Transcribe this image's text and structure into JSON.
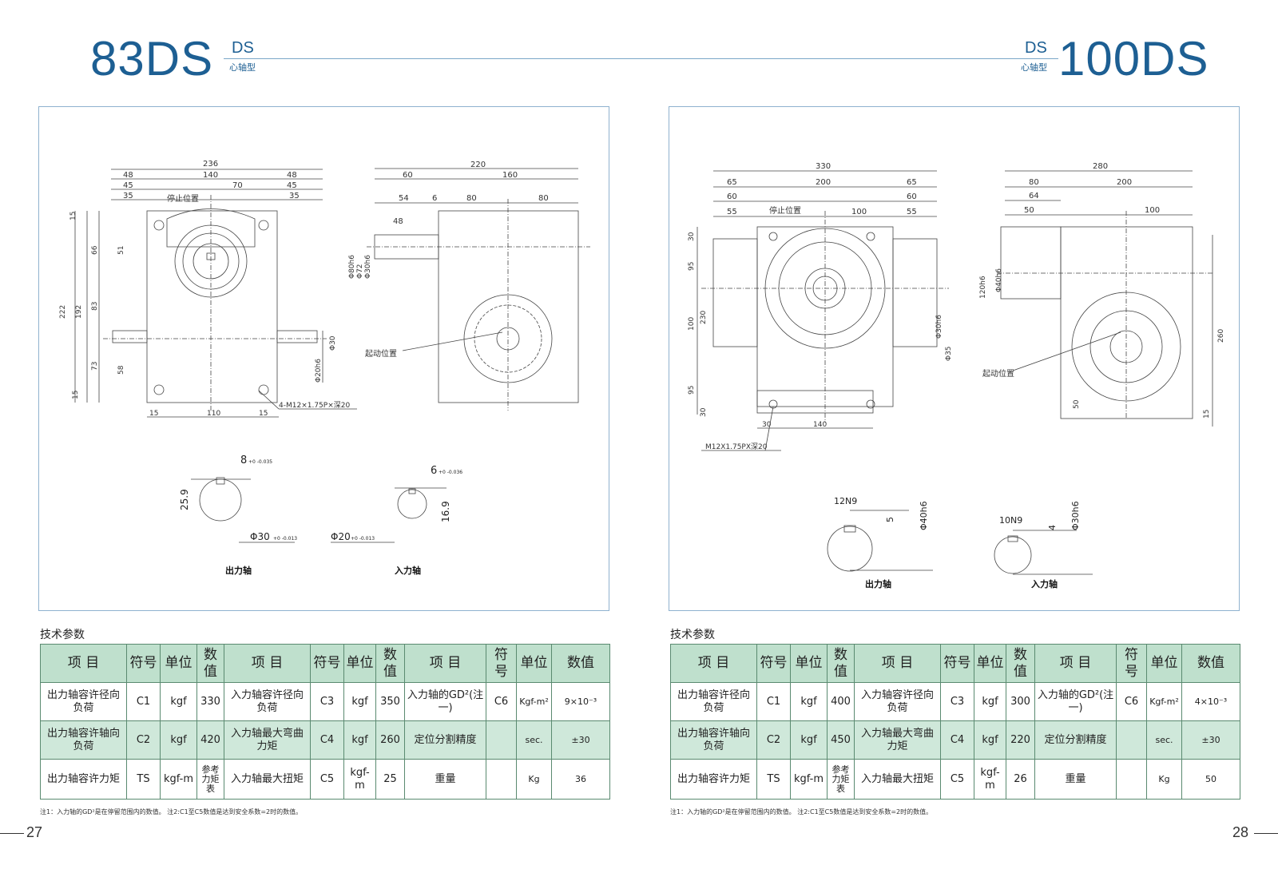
{
  "left": {
    "model": "83DS",
    "ds": "DS",
    "type": "心轴型",
    "page": "27",
    "drawing": {
      "dims_top": [
        "236",
        "48",
        "140",
        "48",
        "45",
        "70",
        "45",
        "35",
        "35"
      ],
      "stop_label": "停止位置",
      "dims_left": [
        "15",
        "66",
        "51",
        "222",
        "192",
        "83",
        "73",
        "58",
        "15"
      ],
      "dims_bottom": [
        "15",
        "110",
        "15"
      ],
      "dims_right_front": [
        "Φ30",
        "Φ20h6"
      ],
      "bolt_label": "4-M12×1.75P×深20",
      "dims_side_top": [
        "220",
        "60",
        "160",
        "54",
        "6",
        "80",
        "80",
        "48"
      ],
      "dims_side_left": [
        "Φ80h6",
        "Φ72",
        "Φ30h6"
      ],
      "start_label": "起动位置",
      "out_shaft": {
        "key": "8",
        "key_tol": "+0 -0.035",
        "depth": "25.9",
        "dia": "Φ30",
        "dia_tol": "+0 -0.013",
        "label": "出力轴"
      },
      "in_shaft": {
        "key": "6",
        "key_tol": "+0 -0.036",
        "depth": "16.9",
        "dia": "Φ20",
        "dia_tol": "+0 -0.013",
        "label": "入力轴"
      }
    },
    "spec_title": "技术参数",
    "headers": [
      "项 目",
      "符号",
      "单位",
      "数值",
      "项 目",
      "符号",
      "单位",
      "数值",
      "项 目",
      "符号",
      "单位",
      "数值"
    ],
    "rows": [
      [
        "出力轴容许径向负荷",
        "C1",
        "kgf",
        "330",
        "入力轴容许径向负荷",
        "C3",
        "kgf",
        "350",
        "入力轴的GD²(注一)",
        "C6",
        "Kgf-m²",
        "9×10⁻³"
      ],
      [
        "出力轴容许轴向负荷",
        "C2",
        "kgf",
        "420",
        "入力轴最大弯曲力矩",
        "C4",
        "kgf",
        "260",
        "定位分割精度",
        "",
        "sec.",
        "±30"
      ],
      [
        "出力轴容许力矩",
        "TS",
        "kgf-m",
        "参考力矩表",
        "入力轴最大扭矩",
        "C5",
        "kgf-m",
        "25",
        "重量",
        "",
        "Kg",
        "36"
      ]
    ],
    "note": "注1：入力轴的GD²是在停留范围内的数值。  注2:C1至C5数值是达到安全系数=2时的数值。"
  },
  "right": {
    "model": "100DS",
    "ds": "DS",
    "type": "心轴型",
    "page": "28",
    "drawing": {
      "dims_top": [
        "330",
        "65",
        "200",
        "65",
        "60",
        "60",
        "55",
        "100",
        "55"
      ],
      "stop_label": "停止位置",
      "dims_left": [
        "30",
        "95",
        "100",
        "230",
        "95",
        "30"
      ],
      "dims_bottom": [
        "30",
        "140"
      ],
      "dims_right_front": [
        "Φ30h6",
        "Φ35"
      ],
      "bolt_label": "M12X1.75PX深20",
      "dims_side_top": [
        "280",
        "80",
        "200",
        "64",
        "50",
        "100"
      ],
      "dims_side_left": [
        "120h6",
        "Φ40h6"
      ],
      "dims_side_right": [
        "260",
        "50",
        "15"
      ],
      "start_label": "起动位置",
      "out_shaft": {
        "key": "12N9",
        "depth": "5",
        "dia": "Φ40h6",
        "label": "出力轴"
      },
      "in_shaft": {
        "key": "10N9",
        "depth": "4",
        "dia": "Φ30h6",
        "label": "入力轴"
      }
    },
    "spec_title": "技术参数",
    "headers": [
      "项 目",
      "符号",
      "单位",
      "数值",
      "项 目",
      "符号",
      "单位",
      "数值",
      "项 目",
      "符号",
      "单位",
      "数值"
    ],
    "rows": [
      [
        "出力轴容许径向负荷",
        "C1",
        "kgf",
        "400",
        "入力轴容许径向负荷",
        "C3",
        "kgf",
        "300",
        "入力轴的GD²(注一)",
        "C6",
        "Kgf-m²",
        "4×10⁻³"
      ],
      [
        "出力轴容许轴向负荷",
        "C2",
        "kgf",
        "450",
        "入力轴最大弯曲力矩",
        "C4",
        "kgf",
        "220",
        "定位分割精度",
        "",
        "sec.",
        "±30"
      ],
      [
        "出力轴容许力矩",
        "TS",
        "kgf-m",
        "参考力矩表",
        "入力轴最大扭矩",
        "C5",
        "kgf-m",
        "26",
        "重量",
        "",
        "Kg",
        "50"
      ]
    ],
    "note": "注1：入力轴的GD²是在停留范围内的数值。  注2:C1至C5数值是达到安全系数=2时的数值。"
  }
}
